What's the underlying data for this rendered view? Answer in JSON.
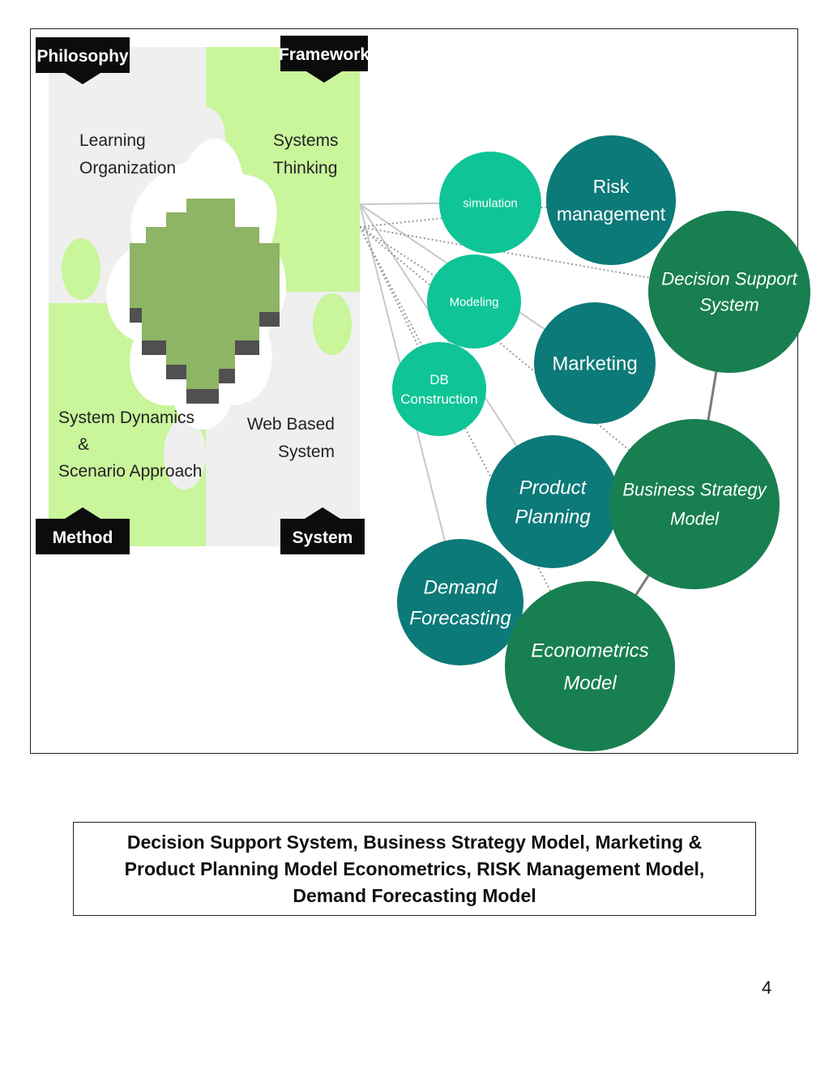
{
  "colors": {
    "puzzle_grey": "#efefef",
    "puzzle_green": "#c9f59b",
    "center_piece": "#8db565",
    "center_shadow": "#505050",
    "tag_black": "#0c0c0c",
    "node_mint": "#0fc497",
    "node_teal": "#0c7a78",
    "node_green": "#187f50",
    "connector": "#c8c8c8"
  },
  "puzzle": {
    "tags": [
      {
        "id": "philosophy",
        "label": "Philosophy"
      },
      {
        "id": "framework",
        "label": "Framework"
      },
      {
        "id": "method",
        "label": "Method"
      },
      {
        "id": "system",
        "label": "System"
      }
    ],
    "quadrants": [
      {
        "id": "learning-organization",
        "lines": [
          "Learning",
          "Organization"
        ]
      },
      {
        "id": "systems-thinking",
        "lines": [
          "Systems",
          "Thinking"
        ]
      },
      {
        "id": "system-dynamics",
        "lines": [
          "System Dynamics",
          "&",
          "Scenario Approach"
        ]
      },
      {
        "id": "web-based-system",
        "lines": [
          "Web Based",
          "System"
        ]
      }
    ]
  },
  "nodes": [
    {
      "id": "simulation",
      "lines": [
        "simulation"
      ],
      "color": "mint",
      "italic": false
    },
    {
      "id": "modeling",
      "lines": [
        "Modeling"
      ],
      "color": "mint",
      "italic": false
    },
    {
      "id": "db-construction",
      "lines": [
        "DB",
        "Construction"
      ],
      "color": "mint",
      "italic": false
    },
    {
      "id": "risk-management",
      "lines": [
        "Risk",
        "management"
      ],
      "color": "teal",
      "italic": false
    },
    {
      "id": "marketing",
      "lines": [
        "Marketing"
      ],
      "color": "teal",
      "italic": false
    },
    {
      "id": "product-planning",
      "lines": [
        "Product",
        "Planning"
      ],
      "color": "teal",
      "italic": true
    },
    {
      "id": "demand-forecasting",
      "lines": [
        "Demand",
        "Forecasting"
      ],
      "color": "teal",
      "italic": true
    },
    {
      "id": "decision-support-system",
      "lines": [
        "Decision Support",
        "System"
      ],
      "color": "green",
      "italic": true
    },
    {
      "id": "business-strategy-model",
      "lines": [
        "Business Strategy",
        "Model"
      ],
      "color": "green",
      "italic": true
    },
    {
      "id": "econometrics-model",
      "lines": [
        "Econometrics",
        "Model"
      ],
      "color": "green",
      "italic": true
    }
  ],
  "caption": "Decision Support System, Business Strategy Model, Marketing & Product Planning Model Econometrics, RISK Management Model, Demand Forecasting Model",
  "page_number": "4"
}
